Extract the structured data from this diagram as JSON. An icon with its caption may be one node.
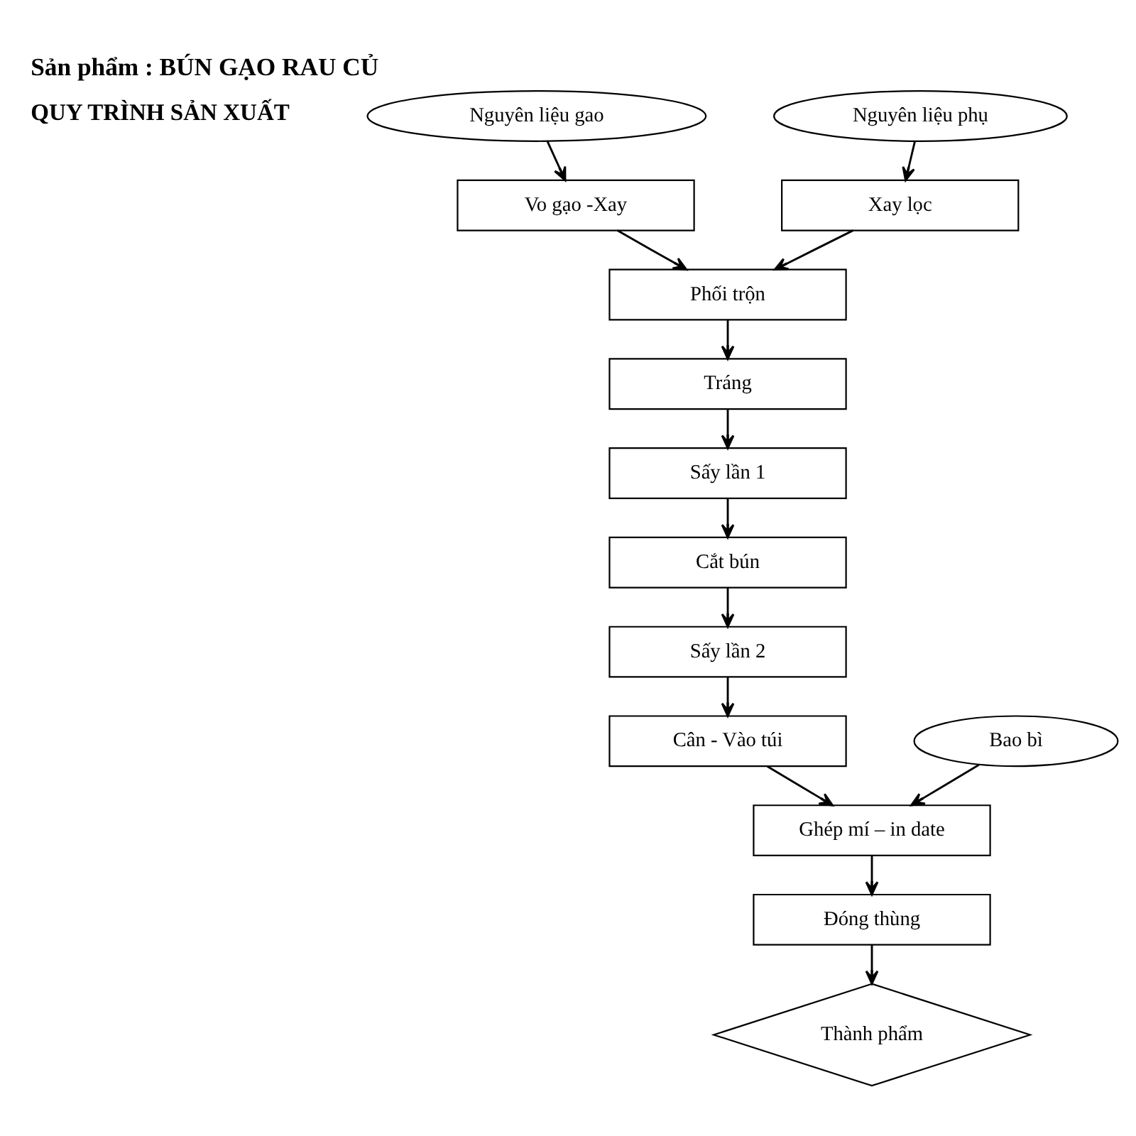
{
  "diagram": {
    "title": "Sản phẩm : BÚN GẠO RAU CỦ",
    "nodes": [
      {
        "text": [
          "Nguyên liệu gao"
        ]
      },
      {
        "text": [
          "Vo gạo -Xay"
        ]
      },
      {
        "text": [
          "Nguyên liệu phụ"
        ]
      },
      {
        "text": [
          "Xay lọc"
        ]
      },
      {
        "text": [
          "Phối trộn"
        ]
      },
      {
        "text": [
          "Tráng"
        ]
      },
      {
        "text": [
          "Sấy lần 1"
        ]
      },
      {
        "text": [
          "Cắt bún"
        ]
      },
      {
        "text": [
          "Sấy lần 2"
        ]
      },
      {
        "text": [
          "Cân - Vào túi"
        ]
      },
      {
        "text": [
          "Bao bì"
        ]
      },
      {
        "text": [
          "Ghép mí – in date"
        ]
      },
      {
        "text": [
          "Đóng thùng"
        ]
      },
      {
        "text": [
          "Thành phẩm"
        ]
      }
    ],
    "edges": [
      {
        "from": 0,
        "to": 1,
        "arrow": "to"
      },
      {
        "from": 1,
        "to": 4,
        "arrow": "to"
      },
      {
        "from": 2,
        "to": 3,
        "arrow": "to"
      },
      {
        "from": 3,
        "to": 4,
        "arrow": "to"
      },
      {
        "from": 4,
        "to": 5,
        "arrow": "to"
      },
      {
        "from": 5,
        "to": 6,
        "arrow": "to"
      },
      {
        "from": 6,
        "to": 7,
        "arrow": "to"
      },
      {
        "from": 7,
        "to": 8,
        "arrow": "to"
      },
      {
        "from": 8,
        "to": 9,
        "arrow": "to"
      },
      {
        "from": 9,
        "to": 11,
        "arrow": "to"
      },
      {
        "from": 10,
        "to": 11,
        "arrow": "to"
      },
      {
        "from": 11,
        "to": 12,
        "arrow": "to"
      },
      {
        "from": 12,
        "to": 13,
        "arrow": "to"
      }
    ],
    "labels": [
      "QUY TRÌNH SẢN XUẤT"
    ]
  }
}
